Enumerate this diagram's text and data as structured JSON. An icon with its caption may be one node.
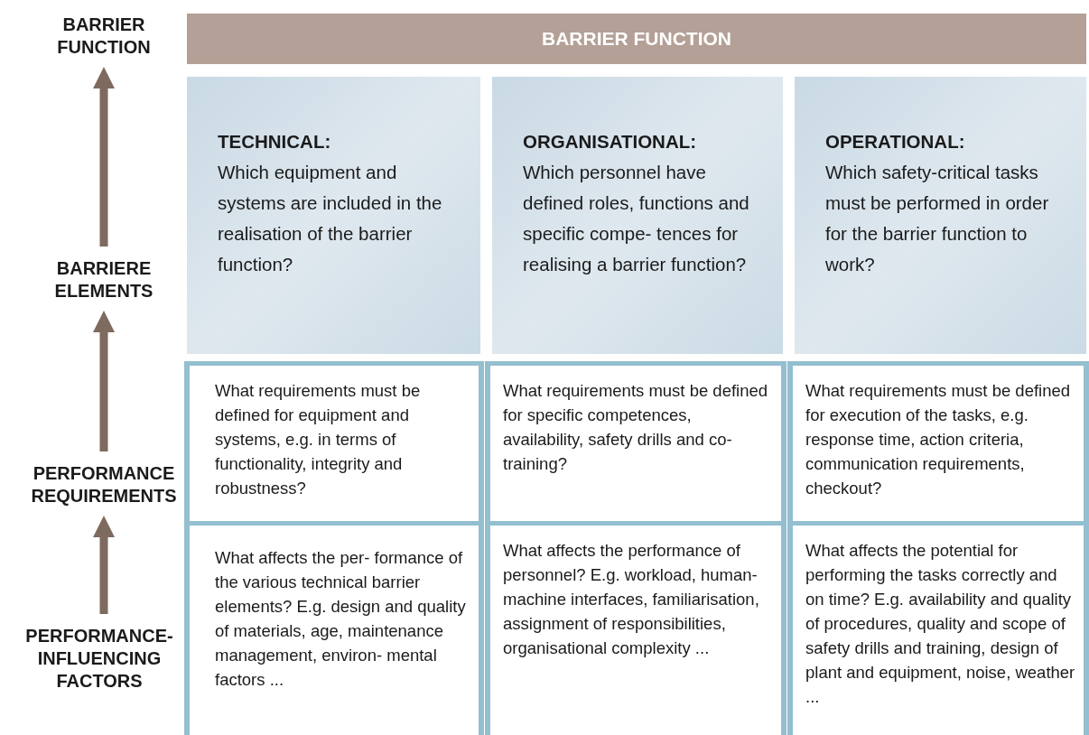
{
  "diagram": {
    "nodes": [
      {
        "text": [
          "BARRIER FUNCTION"
        ]
      },
      {
        "text": [
          "BARRIER FUNCTION"
        ]
      },
      {
        "text": [
          "BARRIERE ELEMENTS"
        ]
      },
      {
        "text": [
          "TECHNICAL:",
          "Which equipment and systems are included in the realisation of the barrier function?"
        ]
      },
      {
        "text": [
          "ORGANISATIONAL:",
          "Which personnel have defined roles, functions and specific compe- tences for realising a barrier function?"
        ]
      },
      {
        "text": [
          "OPERATIONAL:",
          "Which safety-critical tasks must be performed in order for the barrier function to work?"
        ]
      },
      {
        "text": [
          "PERFORMANCE REQUIREMENTS"
        ]
      },
      {
        "text": [
          "What requirements must be defined for equipment and systems, e.g. in terms of functionality, integrity and robustness?"
        ]
      },
      {
        "text": [
          "What requirements must be defined for specific competences, availability, safety drills and co-training?"
        ]
      },
      {
        "text": [
          "What requirements must be defined for execution of the tasks, e.g. response time, action criteria, communication requirements, checkout?"
        ]
      },
      {
        "text": [
          "PERFORMANCE- INFLUENCING FACTORS"
        ]
      },
      {
        "text": [
          "What affects the per- formance of the various technical barrier elements? E.g. design and quality of materials, age, maintenance management, environ- mental factors ..."
        ]
      },
      {
        "text": [
          "What affects the performance of personnel? E.g. workload, human-machine interfaces, familiarisation, assignment of responsibilities, organisational complexity ..."
        ]
      },
      {
        "text": [
          "What affects the potential for performing the tasks correctly and on time? E.g. availability and quality of procedures, quality and scope of safety drills and training, design of plant and equipment, noise, weather ..."
        ]
      }
    ],
    "edges": [
      {
        "from": 2,
        "to": 0,
        "arrow": "to"
      },
      {
        "from": 6,
        "to": 2,
        "arrow": "to"
      },
      {
        "from": 10,
        "to": 6,
        "arrow": "to"
      }
    ]
  }
}
